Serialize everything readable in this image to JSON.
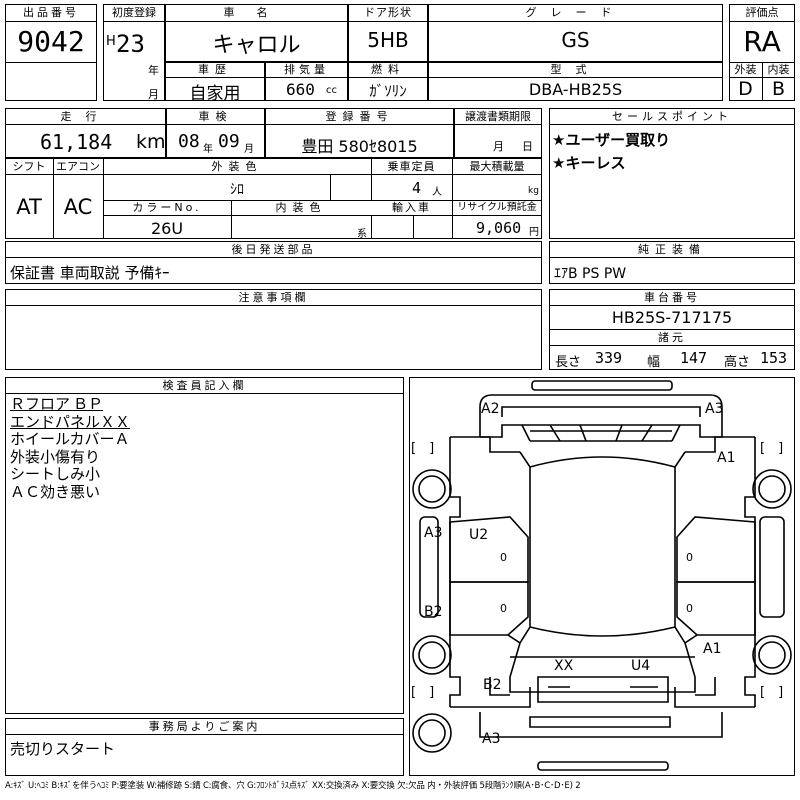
{
  "header": {
    "lot_label": "出品番号",
    "lot_no": "9042",
    "first_reg_label": "初度登録",
    "era": "H",
    "year": "23",
    "year_unit": "年",
    "month_unit": "月",
    "car_name_label": "車名",
    "car_name": "キャロル",
    "door_label": "ドア形状",
    "door": "5HB",
    "grade_label": "グレード",
    "grade": "GS",
    "score_label": "評価点",
    "score": "RA",
    "history_label": "車歴",
    "history": "自家用",
    "displacement_label": "排気量",
    "displacement": "660",
    "displacement_unit": "cc",
    "fuel_label": "燃料",
    "fuel": "ｶﾞｿﾘﾝ",
    "model_label": "型式",
    "model": "DBA-HB25S",
    "exterior_label": "外装",
    "exterior": "D",
    "interior_label": "内装",
    "interior": "B"
  },
  "row2": {
    "mileage_label": "走行",
    "mileage": "61,184",
    "mileage_unit": "km",
    "inspection_label": "車検",
    "insp_year": "08",
    "insp_year_unit": "年",
    "insp_month": "09",
    "insp_month_unit": "月",
    "plate_label": "登録番号",
    "plate": "豊田 580ｾ8015",
    "transfer_label": "譲渡書類期限",
    "transfer_month_unit": "月",
    "transfer_day_unit": "日",
    "sales_label": "セールスポイント",
    "sales_points": [
      "★ユーザー買取り",
      "★キーレス"
    ]
  },
  "row3": {
    "shift_label": "シフト",
    "shift": "AT",
    "ac_label": "エアコン",
    "ac": "AC",
    "ext_color_label": "外装色",
    "ext_color": "ｼﾛ",
    "capacity_label": "乗車定員",
    "capacity": "4",
    "capacity_unit": "人",
    "load_label": "最大積載量",
    "load_unit": "kg",
    "color_no_label": "カラーNo.",
    "color_no": "26U",
    "int_color_label": "内装色",
    "int_color_unit": "系",
    "import_label": "輸入車",
    "recycle_label": "リサイクル預託金",
    "recycle": "9,060",
    "recycle_unit": "円"
  },
  "parts": {
    "label": "後日発送部品",
    "value": "保証書 車両取説 予備ｷｰ"
  },
  "equipment": {
    "label": "純正装備",
    "value": "ｴｱB PS PW"
  },
  "notes": {
    "label": "注意事項欄"
  },
  "chassis": {
    "label": "車台番号",
    "value": "HB25S-717175",
    "dims_label": "諸元",
    "length_label": "長さ",
    "length": "339",
    "width_label": "幅",
    "width": "147",
    "height_label": "高さ",
    "height": "153"
  },
  "inspector": {
    "label": "検査員記入欄",
    "lines": [
      "Ｒフロア ＢＰ",
      "エンドパネルＸＸ",
      "ホイールカバーＡ",
      "外装小傷有り",
      "シートしみ小",
      "ＡＣ効き悪い"
    ]
  },
  "office": {
    "label": "事務局よりご案内",
    "value": "売切りスタート"
  },
  "damage_marks": {
    "a2_top": "A2",
    "a3_top": "A3",
    "a1_right_front": "A1",
    "a3_left": "A3",
    "u2_left": "U2",
    "b2_left": "B2",
    "a1_right_rear": "A1",
    "xx_rear": "XX",
    "u4_rear": "U4",
    "b2_rear": "B2",
    "a3_bottom": "A3",
    "zero": "0",
    "bracket": "[　]"
  },
  "legend": "A:ｷｽﾞ U:ﾍｺﾐ B:ｷｽﾞを伴うﾍｺﾐ P:要塗装 W:補修跡 S:錆 C:腐食、穴 G:ﾌﾛﾝﾄｶﾞﾗｽ点ｷｽﾞ XX:交換済み X:要交換 欠:欠品 内・外装評価 5段階ﾗﾝｸ順(A･B･C･D･E) 2"
}
